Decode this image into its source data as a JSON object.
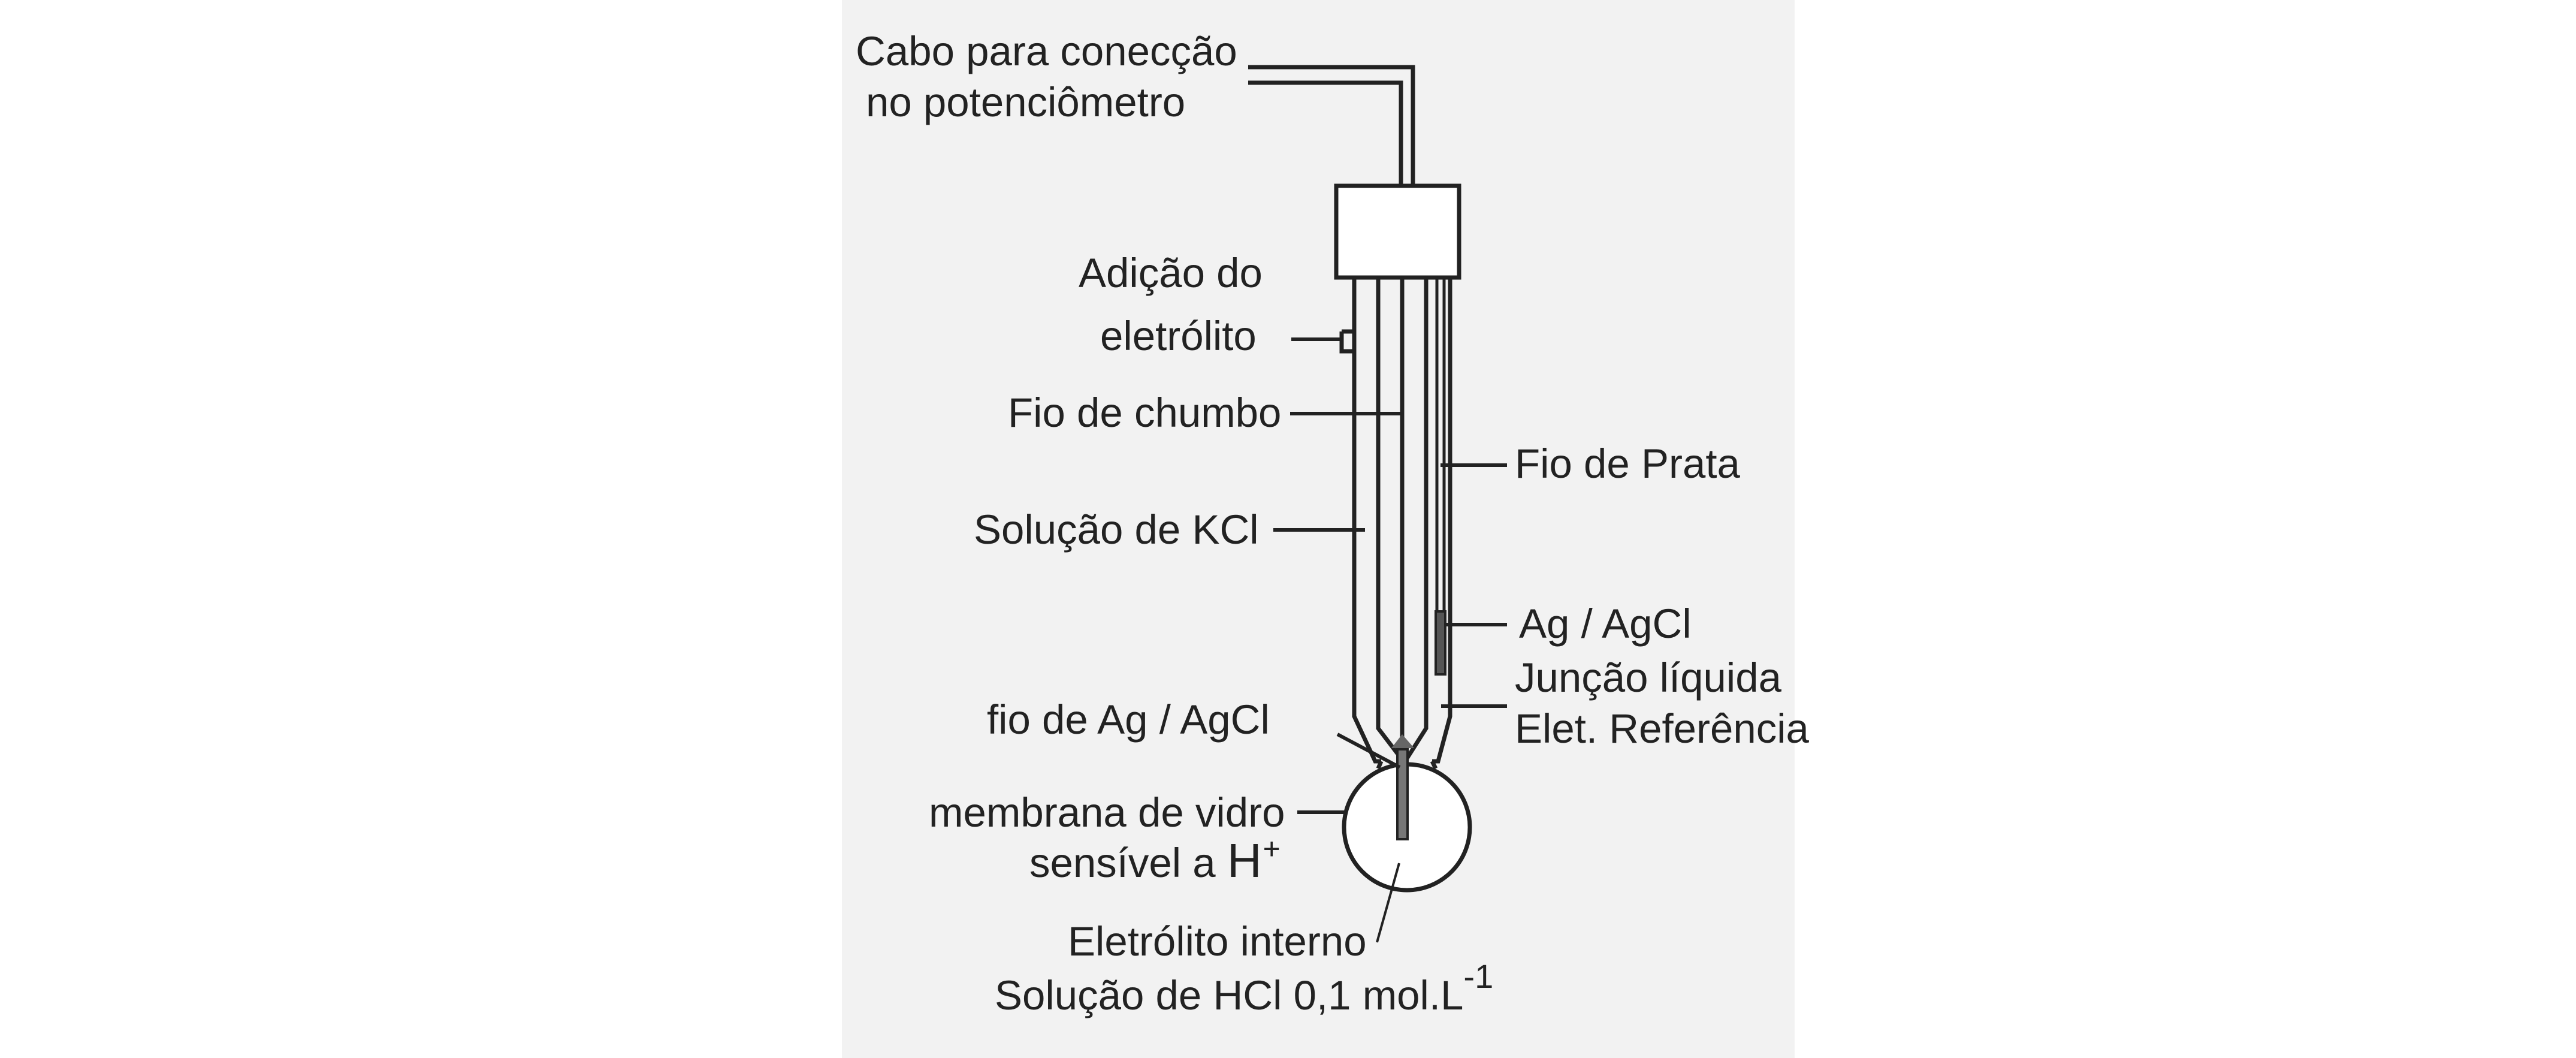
{
  "colors": {
    "ink": "#222222",
    "background": "#ffffff",
    "panel": "#f2f2f2"
  },
  "labels": {
    "cable_line1": "Cabo para conecção",
    "cable_line2": "no potenciômetro",
    "addition_line1": "Adição do",
    "addition_line2": "eletrólito",
    "lead_wire": "Fio de chumbo",
    "kcl_solution": "Solução de KCl",
    "silver_wire": "Fio de Prata",
    "ag_agcl": "Ag / AgCl",
    "liquid_junction_line1": "Junção líquida",
    "liquid_junction_line2": "Elet. Referência",
    "ag_agcl_wire": "fio de Ag / AgCl",
    "glass_membrane_line1": "membrana de vidro",
    "glass_membrane_line2_prefix": "sensível a",
    "glass_membrane_ion": "H",
    "glass_membrane_charge": "+",
    "internal_electrolyte_line1": "Eletrólito interno",
    "internal_electrolyte_line2": "Solução de HCl 0,1 mol.L",
    "internal_electrolyte_exponent": "-1"
  }
}
